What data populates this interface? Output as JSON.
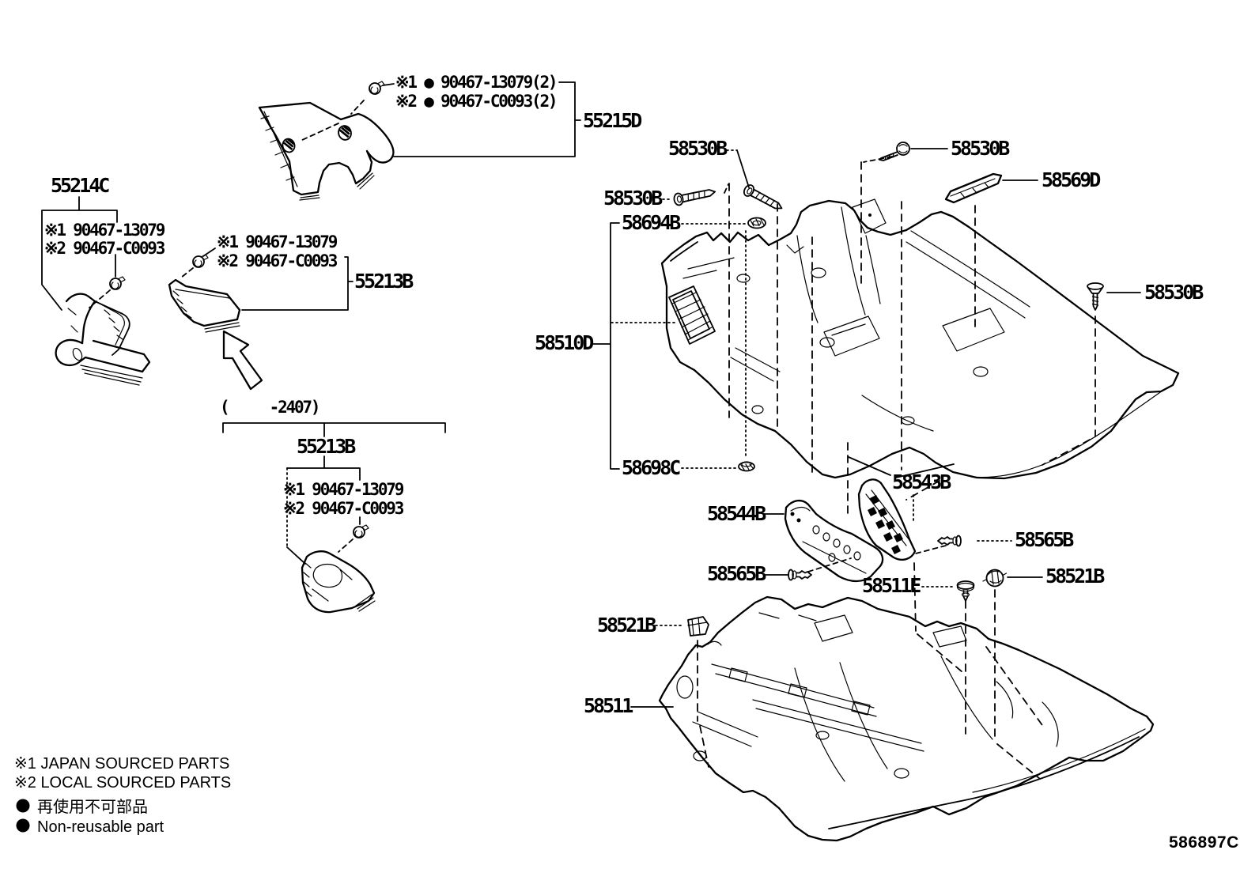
{
  "figure": {
    "code": "586897C"
  },
  "legend": {
    "japan_sourced": "※1 JAPAN SOURCED PARTS",
    "local_sourced": "※2 LOCAL SOURCED PARTS",
    "non_reusable_ja": "再使用不可部品",
    "non_reusable_en": "Non-reusable part"
  },
  "part_numbers": {
    "p55215D": "55215D",
    "p55214C": "55214C",
    "p55213B": "55213B",
    "p58530B": "58530B",
    "p58569D": "58569D",
    "p58694B": "58694B",
    "p58510D": "58510D",
    "p58698C": "58698C",
    "p58543B": "58543B",
    "p58544B": "58544B",
    "p58565B": "58565B",
    "p58511E": "58511E",
    "p58521B": "58521B",
    "p58511": "58511"
  },
  "fastener_notes": {
    "clip_japan_qty": "※1 ● 90467-13079(2)",
    "clip_local_qty": "※2 ● 90467-C0093(2)",
    "clip_japan": "※1 90467-13079",
    "clip_local": "※2 90467-C0093"
  },
  "annotations": {
    "production_range": "(     -2407)"
  },
  "colors": {
    "line": "#000000",
    "background": "#ffffff"
  }
}
